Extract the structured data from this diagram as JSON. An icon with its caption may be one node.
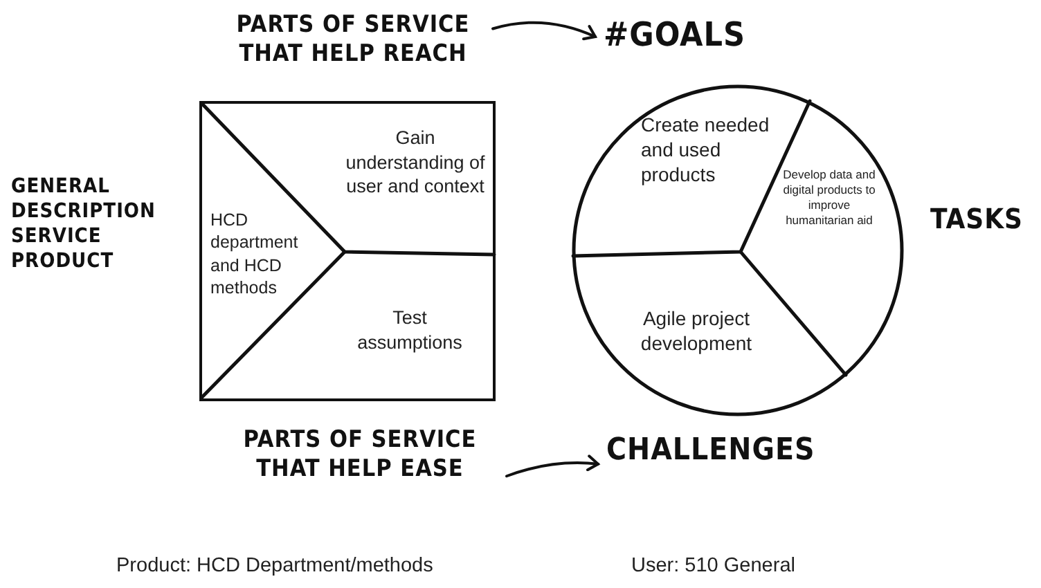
{
  "diagram": {
    "nodes": [
      {
        "text": [
          "PARTS OF SERVICE THAT HELP REACH"
        ]
      },
      {
        "text": [
          "#GOALS"
        ]
      },
      {
        "text": [],
        "shape": "box"
      },
      {
        "text": [
          "Gain understanding of user and context"
        ],
        "in": 2
      },
      {
        "text": [
          "HCD department and HCD methods"
        ],
        "in": 2
      },
      {
        "text": [
          "Test assumptions"
        ],
        "in": 2
      },
      {
        "text": [],
        "shape": "circle"
      },
      {
        "text": [
          "Create needed and used products"
        ],
        "in": 6
      },
      {
        "text": [
          "Develop data and digital products to improve humanitarian aid"
        ],
        "in": 6
      },
      {
        "text": [
          "Agile project development"
        ],
        "in": 6
      },
      {
        "text": [
          "PARTS OF SERVICE THAT HELP EASE"
        ]
      },
      {
        "text": [
          "CHALLENGES"
        ]
      }
    ],
    "edges": [
      {
        "from": 0,
        "to": 1,
        "arrow": "to"
      },
      {
        "from": 10,
        "to": 11,
        "arrow": "to"
      }
    ],
    "labels": [
      "GENERAL DESCRIPTION SERVICE PRODUCT",
      "TASKS",
      "Product: HCD Department/methods",
      "User: 510 General"
    ]
  }
}
